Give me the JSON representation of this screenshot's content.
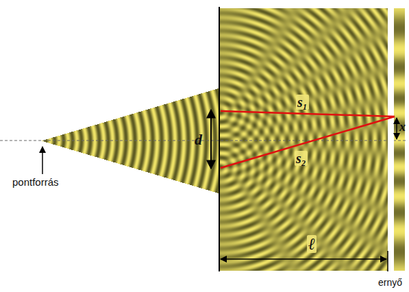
{
  "diagram": {
    "labels": [
      "pontforrás",
      "d",
      "s₁",
      "s₂",
      "x",
      "ℓ",
      "ernyő"
    ]
  }
}
